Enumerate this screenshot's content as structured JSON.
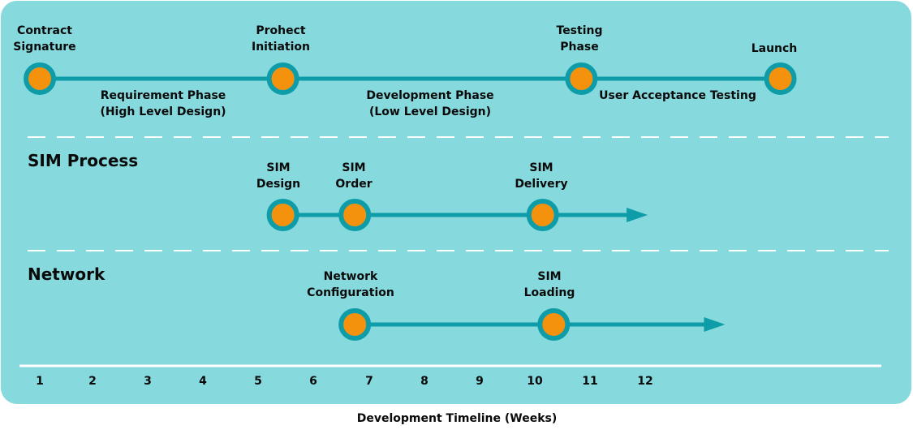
{
  "colors": {
    "panel": "#86d9dd",
    "line": "#0e9da8",
    "node": "#f5920d",
    "ring": "#0e9da8",
    "divider": "#ffffff"
  },
  "top": {
    "milestones": [
      {
        "label": "Contract\nSignature",
        "week": 1
      },
      {
        "label": "Prohect\nInitiation",
        "week": 5.4
      },
      {
        "label": "Testing\nPhase",
        "week": 10.8
      },
      {
        "label": "Launch",
        "week": 14.4
      }
    ],
    "phases": [
      "Requirement Phase\n(High Level Design)",
      "Development Phase\n(Low Level Design)",
      "User Acceptance Testing"
    ]
  },
  "sim": {
    "title": "SIM Process",
    "milestones": [
      {
        "label": "SIM\nDesign",
        "week": 5.4
      },
      {
        "label": "SIM\nOrder",
        "week": 6.7
      },
      {
        "label": "SIM\nDelivery",
        "week": 10.1
      }
    ],
    "arrow_end_week": 12
  },
  "network": {
    "title": "Network",
    "milestones": [
      {
        "label": "Network\nConfiguration",
        "week": 6.7
      },
      {
        "label": "SIM\nLoading",
        "week": 10.3
      }
    ],
    "arrow_end_week": 13.4
  },
  "axis": {
    "ticks": [
      "1",
      "2",
      "3",
      "4",
      "5",
      "6",
      "7",
      "8",
      "9",
      "10",
      "11",
      "12"
    ],
    "caption": "Development Timeline (Weeks)"
  }
}
